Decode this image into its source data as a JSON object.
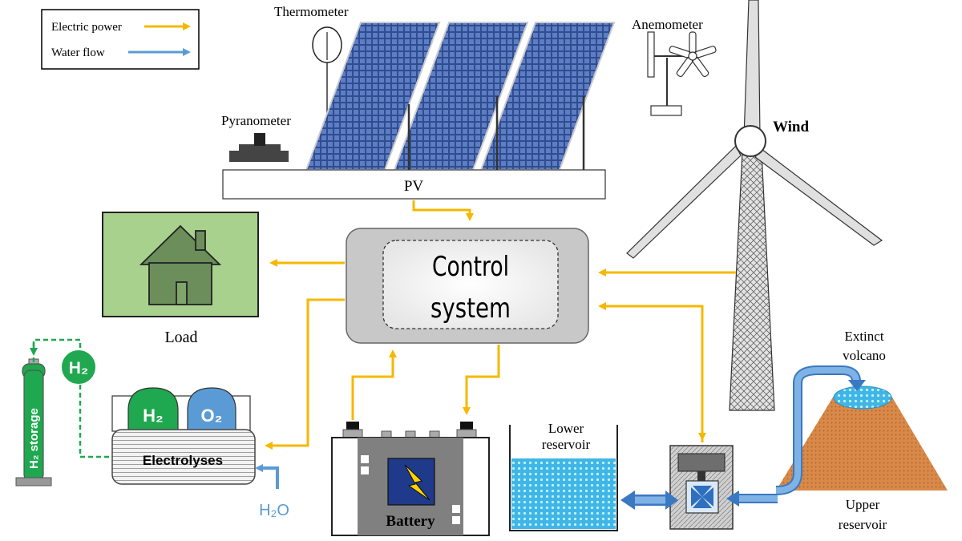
{
  "legend": {
    "electric_label": "Electric power",
    "water_label": "Water flow"
  },
  "labels": {
    "thermometer": "Thermometer",
    "anemometer": "Anemometer",
    "pyranometer": "Pyranometer",
    "pv": "PV",
    "wind": "Wind",
    "control_line1": "Control",
    "control_line2": "system",
    "load": "Load",
    "h2_bubble": "H₂",
    "h2_tank": "H₂",
    "o2_tank": "O₂",
    "h2_storage": "H₂ storage",
    "electrolyses": "Electrolyses",
    "h2o": "H₂O",
    "battery": "Battery",
    "lower_res_line1": "Lower",
    "lower_res_line2": "reservoir",
    "extinct_line1": "Extinct",
    "extinct_line2": "volcano",
    "upper_res_line1": "Upper",
    "upper_res_line2": "reservoir"
  },
  "colors": {
    "electric": "#f5b800",
    "water": "#5b9bd5",
    "hydrogen": "#1fa84f",
    "oxygen": "#5b9bd5",
    "load_bg": "#a9d18e",
    "house": "#6b8e5a",
    "volcano": "#d98a4a",
    "water_fill": "#3fb6e6",
    "panel": "#2f4d8f",
    "battery_icon_bg": "#1f3a8a",
    "bolt": "#ffd400"
  }
}
